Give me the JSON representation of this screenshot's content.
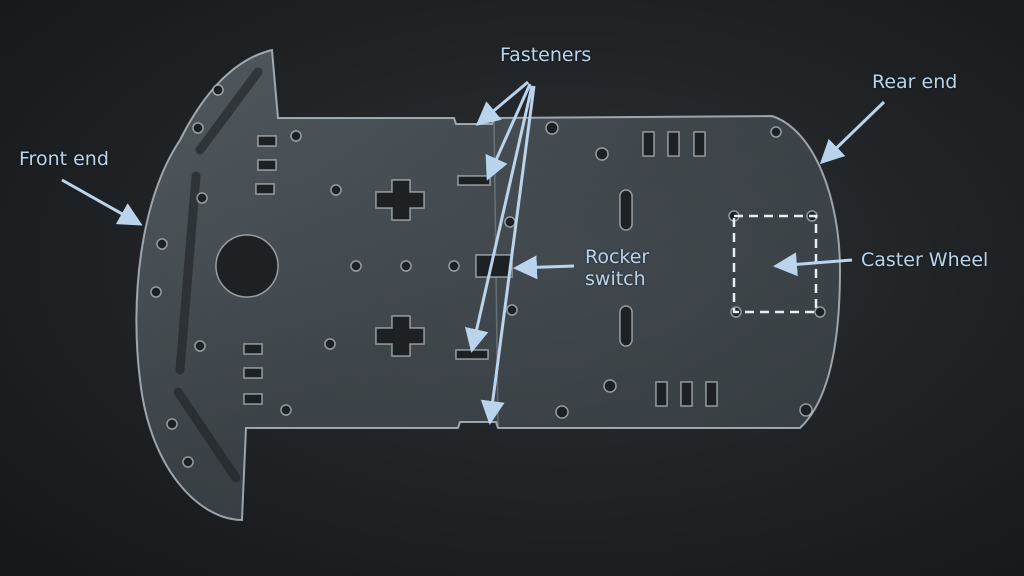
{
  "photo": {
    "background_color": "#1c1e20",
    "plate_color": "#6e7a82",
    "annotation_color": "#b9d4ec"
  },
  "labels": {
    "fasteners": "Fasteners",
    "rear_end": "Rear end",
    "front_end": "Front end",
    "rocker_switch_line1": "Rocker",
    "rocker_switch_line2": "switch",
    "caster_wheel": "Caster Wheel"
  }
}
